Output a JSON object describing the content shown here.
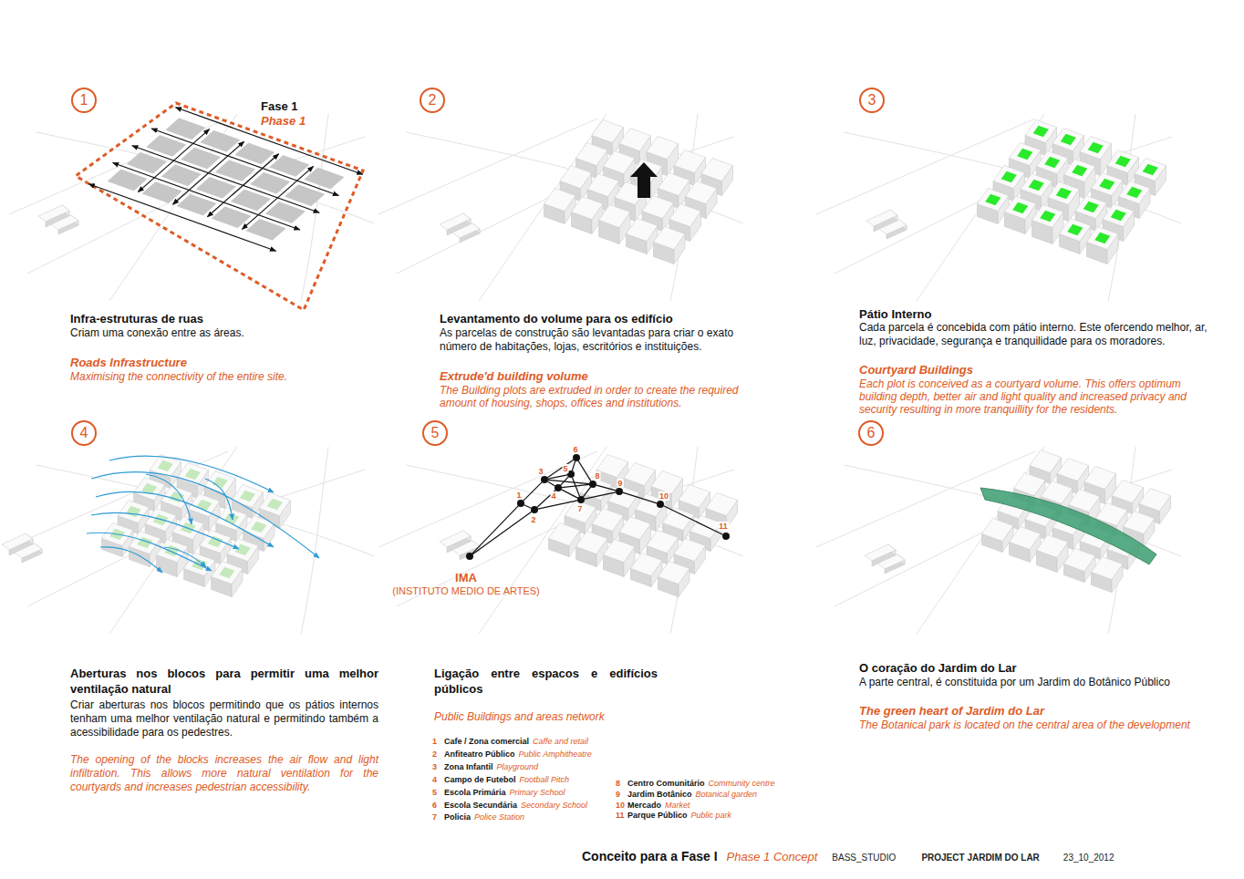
{
  "diagram": {
    "nodes": [
      {
        "text": [
          "1"
        ]
      },
      {
        "text": [
          "2"
        ]
      },
      {
        "text": [
          "3"
        ]
      },
      {
        "text": [
          "4"
        ]
      },
      {
        "text": [
          "5"
        ]
      },
      {
        "text": [
          "6"
        ]
      },
      {
        "text": [
          "1"
        ]
      },
      {
        "text": [
          "2"
        ]
      },
      {
        "text": [
          "3"
        ]
      },
      {
        "text": [
          "4"
        ]
      },
      {
        "text": [
          "5"
        ]
      },
      {
        "text": [
          "6"
        ]
      },
      {
        "text": [
          "7"
        ]
      },
      {
        "text": [
          "8"
        ]
      },
      {
        "text": [
          "9"
        ]
      },
      {
        "text": [
          "10"
        ]
      },
      {
        "text": [
          "11"
        ]
      },
      {
        "text": [
          "IMA",
          "(INSTITUTO MEDIO DE ARTES)"
        ]
      }
    ],
    "edges": [
      {
        "from": 17,
        "to": 6,
        "arrow": "none"
      },
      {
        "from": 17,
        "to": 7,
        "arrow": "none"
      },
      {
        "from": 6,
        "to": 7,
        "arrow": "none"
      },
      {
        "from": 6,
        "to": 8,
        "arrow": "none"
      },
      {
        "from": 7,
        "to": 9,
        "arrow": "none"
      },
      {
        "from": 7,
        "to": 12,
        "arrow": "none"
      },
      {
        "from": 8,
        "to": 11,
        "arrow": "none"
      },
      {
        "from": 8,
        "to": 10,
        "arrow": "none"
      },
      {
        "from": 8,
        "to": 9,
        "arrow": "none"
      },
      {
        "from": 8,
        "to": 13,
        "arrow": "none"
      },
      {
        "from": 9,
        "to": 10,
        "arrow": "none"
      },
      {
        "from": 9,
        "to": 13,
        "arrow": "none"
      },
      {
        "from": 9,
        "to": 12,
        "arrow": "none"
      },
      {
        "from": 10,
        "to": 11,
        "arrow": "none"
      },
      {
        "from": 11,
        "to": 13,
        "arrow": "none"
      },
      {
        "from": 10,
        "to": 12,
        "arrow": "none"
      },
      {
        "from": 12,
        "to": 13,
        "arrow": "none"
      },
      {
        "from": 13,
        "to": 14,
        "arrow": "none"
      },
      {
        "from": 12,
        "to": 14,
        "arrow": "none"
      },
      {
        "from": 14,
        "to": 15,
        "arrow": "none"
      },
      {
        "from": 15,
        "to": 16,
        "arrow": "none"
      }
    ],
    "labels": [
      "Fase 1",
      "Phase 1",
      "Infra-estruturas de ruas",
      "Criam uma conexão entre as áreas.",
      "Roads Infrastructure",
      "Maximising the connectivity of the entire site.",
      "Levantamento do volume para os edifício",
      "As parcelas de construção são levantadas para criar o exato número de habitações, lojas, escritórios e instituições.",
      "Extrude'd building volume",
      "The Building plots are extruded in order to create the required amount of housing, shops, offices and institutions.",
      "Pátio Interno",
      "Cada parcela é concebida com pátio interno. Este ofercendo melhor, ar, luz, privacidade, segurança e tranquilidade para os moradores.",
      "Courtyard Buildings",
      "Each plot is conceived as a courtyard volume. This offers optimum building depth, better air and light quality and increased privacy and security resulting in more tranquillity for the residents.",
      "Aberturas nos blocos para permitir uma melhor ventilação natural",
      "Criar aberturas nos blocos permitindo que os pátios internos tenham uma melhor ventilação natural e permitindo também a acessibilidade para os pedestres.",
      "The opening of the blocks increases the air flow and light infiltration. This allows more natural ventilation for the courtyards and increases pedestrian accessibility.",
      "Ligação entre espacos e edifícios públicos",
      "Public Buildings and areas network",
      "O coração do Jardim do Lar",
      "A parte central, é constituida por um Jardim do Botânico Público",
      "The green heart of Jardim do Lar",
      "The Botanical park is located on the central area of the development",
      "1",
      "Cafe / Zona comercial",
      "Caffe and retail",
      "2",
      "Anfiteatro Público",
      "Public Amphitheatre",
      "3",
      "Zona Infantil",
      "Playground",
      "4",
      "Campo de Futebol",
      "Football Pitch",
      "5",
      "Escola Primária",
      "Primary School",
      "6",
      "Escola Secundária",
      "Secondary School",
      "7",
      "Policia",
      "Police Station",
      "8",
      "Centro Comunitário",
      "Community centre",
      "9",
      "Jardim Botânico",
      "Botanical garden",
      "10",
      "Mercado",
      "Market",
      "11",
      "Parque Público",
      "Public park",
      "Conceito para a Fase I",
      "Phase 1 Concept",
      "BASS_STUDIO",
      "PROJECT JARDIM DO LAR",
      "23_10_2012"
    ]
  }
}
